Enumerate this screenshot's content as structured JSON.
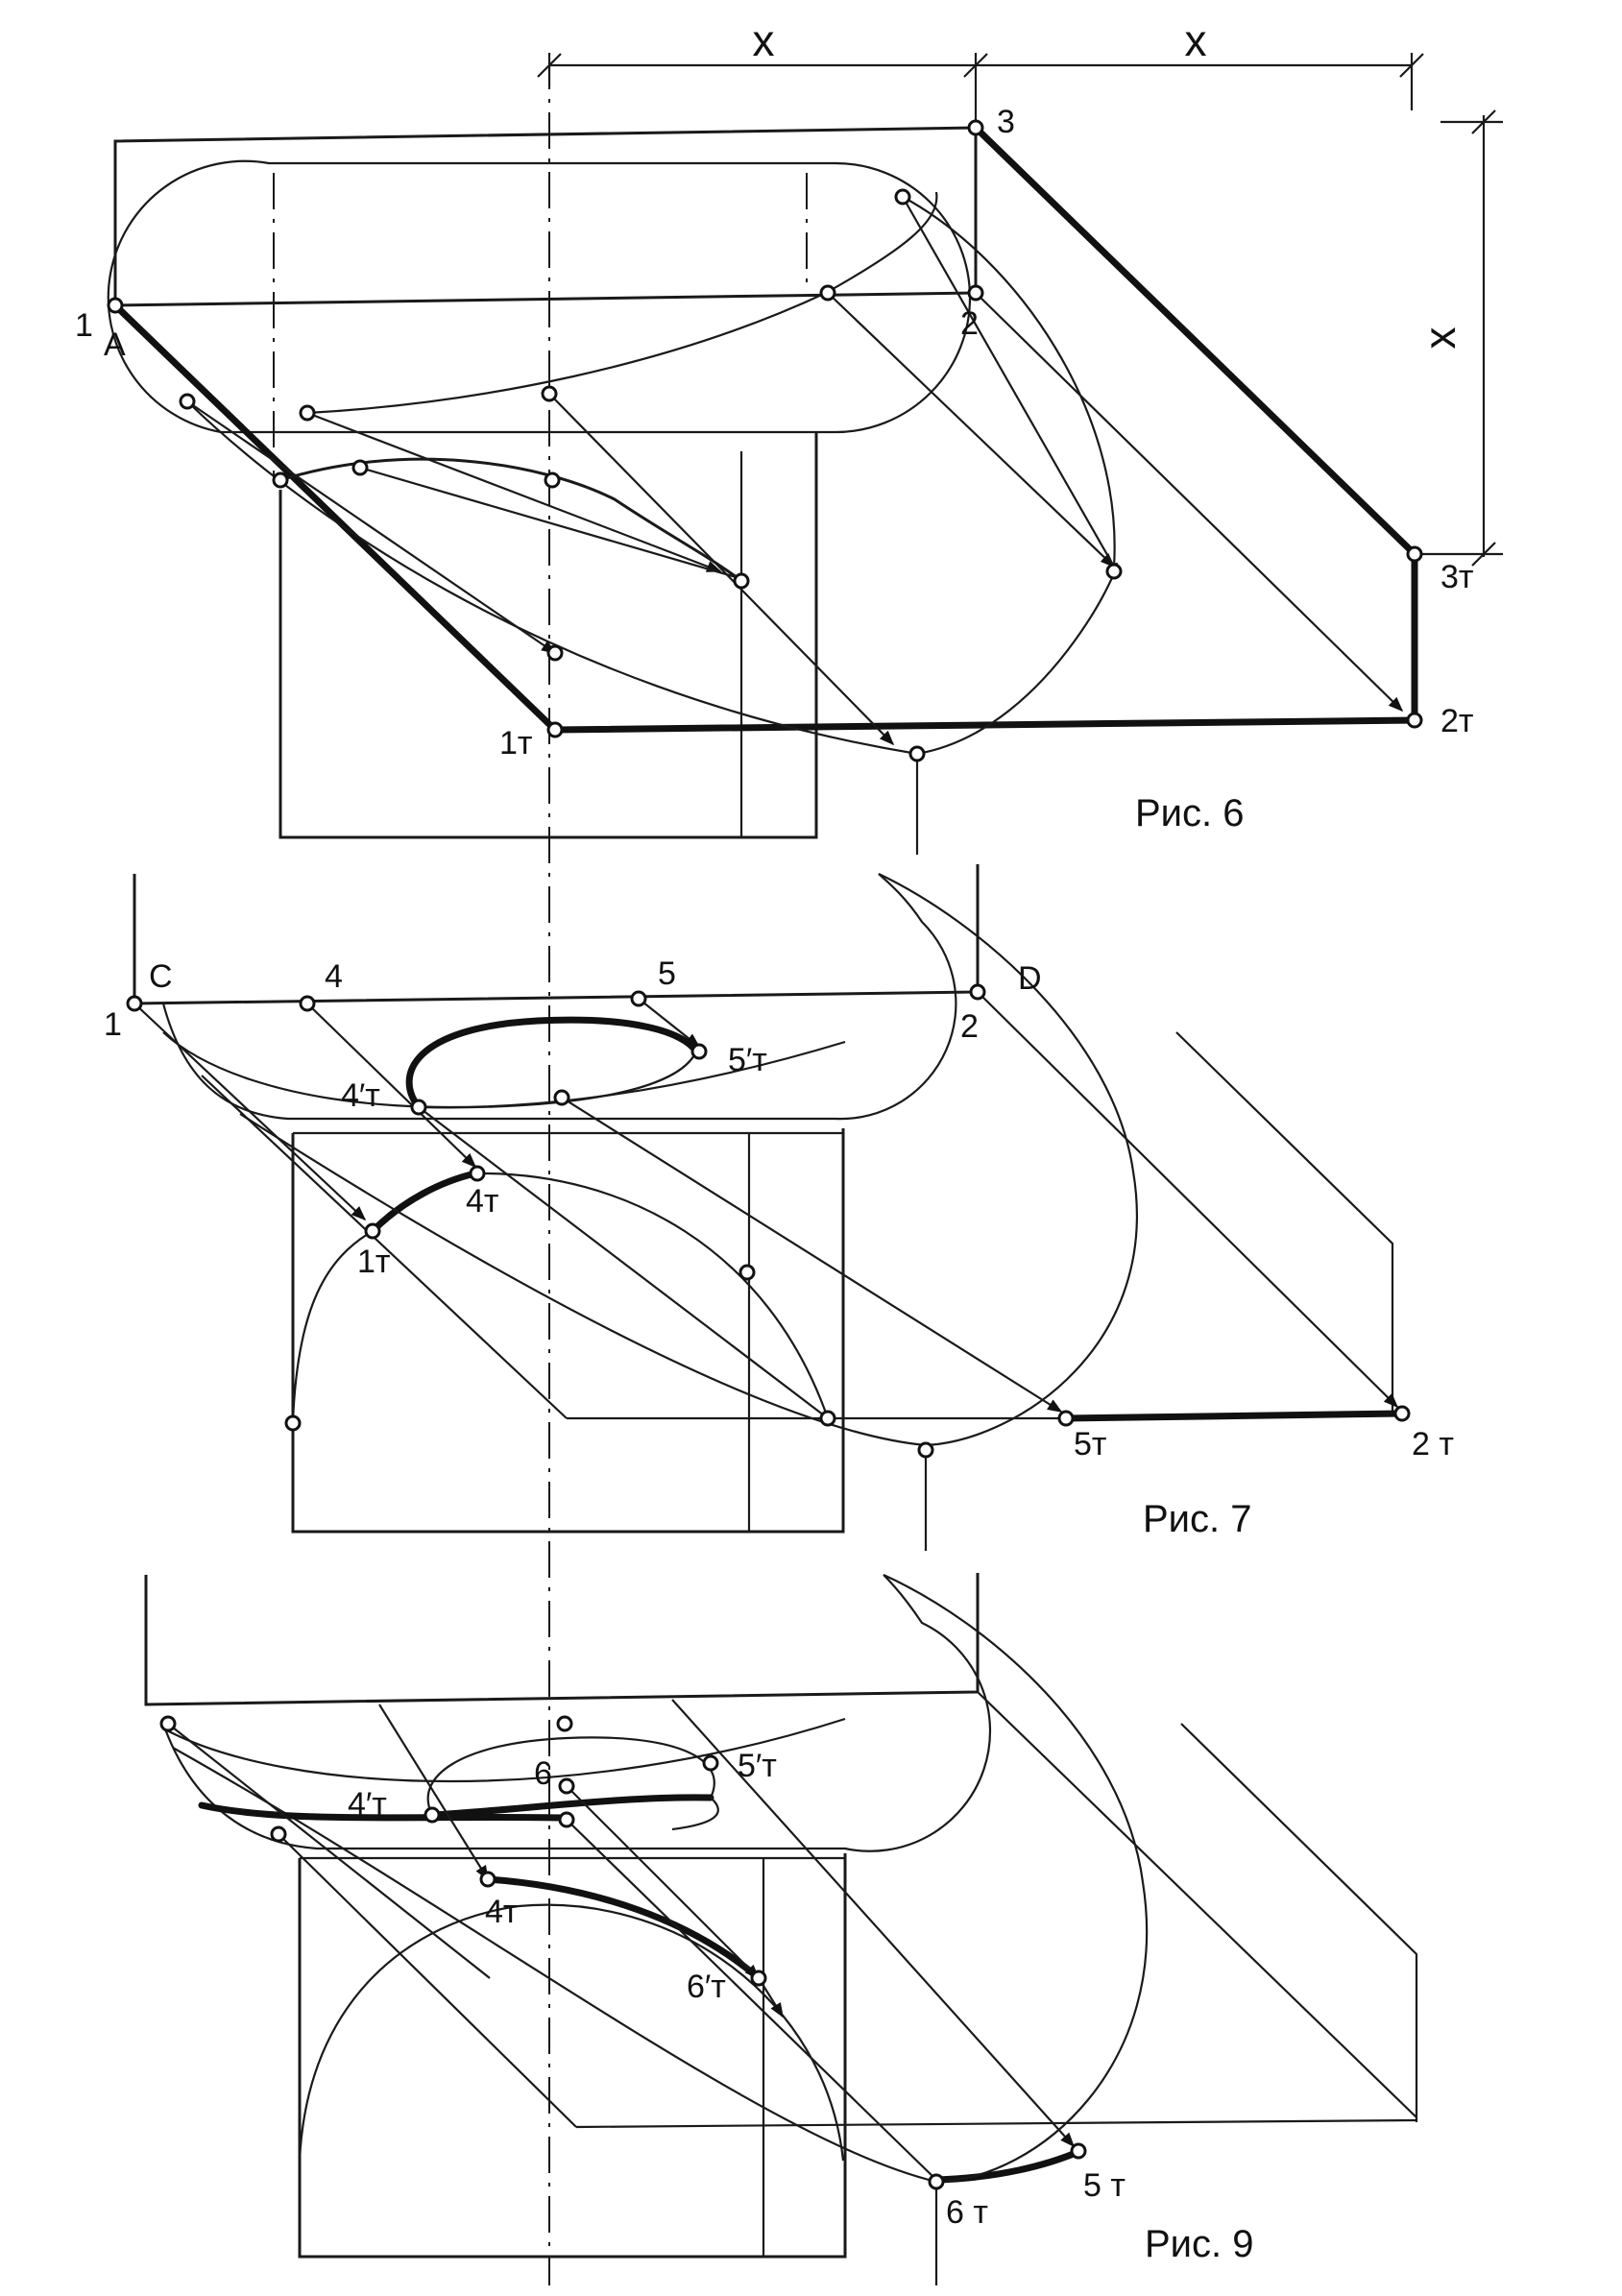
{
  "dimension": {
    "x_top_left": "x",
    "x_top_right": "x",
    "x_side": "x"
  },
  "fig6": {
    "caption": "Рис. 6",
    "labels": {
      "p1": "1",
      "pA": "A",
      "p2": "2",
      "p3": "3",
      "p1t": "1т",
      "p2t": "2т",
      "p3t": "3т"
    }
  },
  "fig7": {
    "caption": "Рис. 7",
    "labels": {
      "pC": "C",
      "pD": "D",
      "p1": "1",
      "p2": "2",
      "p4": "4",
      "p5": "5",
      "p4pt": "4′т",
      "p5pt": "5′т",
      "p4t": "4т",
      "p1t": "1т",
      "p5t": "5т",
      "p2t": "2 т"
    }
  },
  "fig9": {
    "caption": "Рис. 9",
    "labels": {
      "p6": "6",
      "p4pt": "4′т",
      "p5pt": "5′т",
      "p4t": "4т",
      "p6pt": "6′т",
      "p5t": "5 т",
      "p6t": "6 т"
    }
  }
}
